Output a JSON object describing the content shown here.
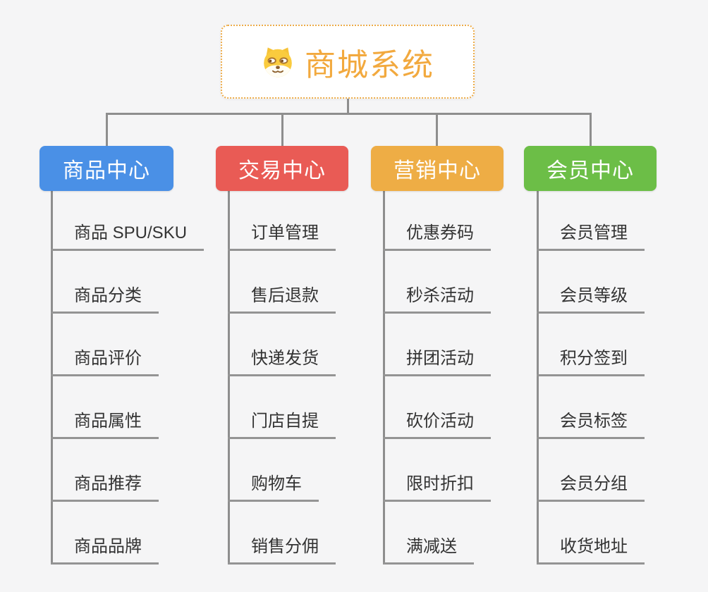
{
  "root": {
    "title": "商城系统",
    "icon": "dog-face-icon",
    "text_color": "#F2A93E",
    "border_color": "#EDAC49",
    "background": "#FFFFFF"
  },
  "connector_color": "#8E8E8E",
  "leaf_text_color": "#333333",
  "branches": [
    {
      "label": "商品中心",
      "color": "#4A90E6",
      "items": [
        "商品 SPU/SKU",
        "商品分类",
        "商品评价",
        "商品属性",
        "商品推荐",
        "商品品牌"
      ]
    },
    {
      "label": "交易中心",
      "color": "#E95B55",
      "items": [
        "订单管理",
        "售后退款",
        "快递发货",
        "门店自提",
        "购物车",
        "销售分佣"
      ]
    },
    {
      "label": "营销中心",
      "color": "#EEAD45",
      "items": [
        "优惠券码",
        "秒杀活动",
        "拼团活动",
        "砍价活动",
        "限时折扣",
        "满减送"
      ]
    },
    {
      "label": "会员中心",
      "color": "#6CBE47",
      "items": [
        "会员管理",
        "会员等级",
        "积分签到",
        "会员标签",
        "会员分组",
        "收货地址"
      ]
    }
  ]
}
